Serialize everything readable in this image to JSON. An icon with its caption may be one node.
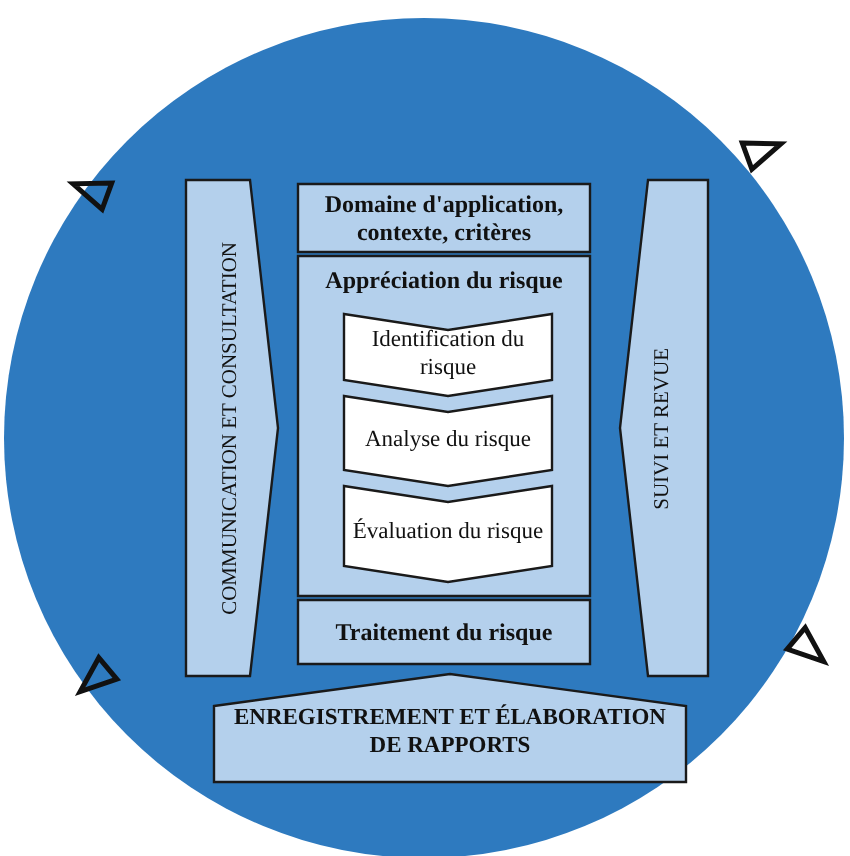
{
  "diagram": {
    "nodes": [
      {
        "text": [
          "COMMUNICATION ET CONSULTATION"
        ]
      },
      {
        "text": [
          "Domaine d'application, contexte, critères"
        ]
      },
      {
        "text": [
          "Appréciation du risque"
        ]
      },
      {
        "text": [
          "Identification du risque"
        ],
        "in": 2
      },
      {
        "text": [
          "Analyse du risque"
        ],
        "in": 2
      },
      {
        "text": [
          "Évaluation du risque"
        ],
        "in": 2
      },
      {
        "text": [
          "Traitement du risque"
        ]
      },
      {
        "text": [
          "SUIVI ET REVUE"
        ]
      },
      {
        "text": [
          "ENREGISTREMENT ET ÉLABORATION DE RAPPORTS"
        ]
      }
    ]
  }
}
